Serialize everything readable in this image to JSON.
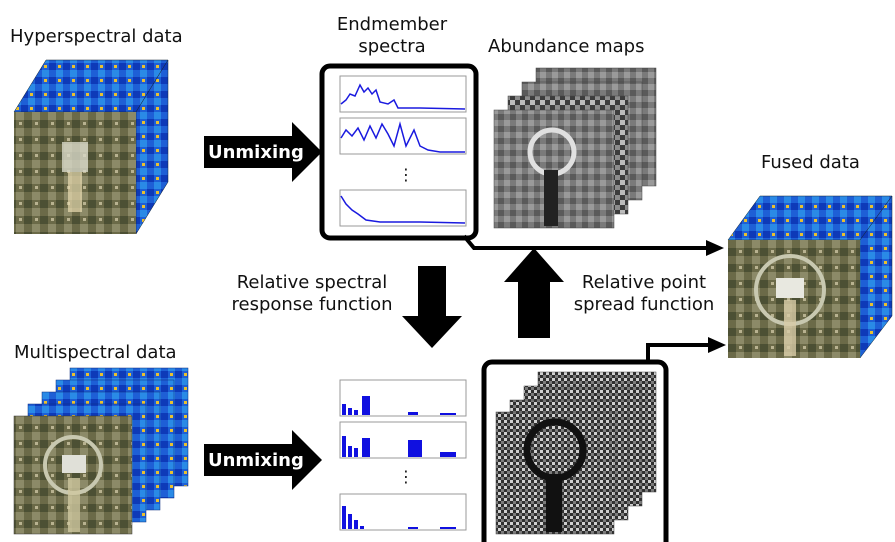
{
  "labels": {
    "hyperspectral": "Hyperspectral data",
    "endmember_line1": "Endmember",
    "endmember_line2": "spectra",
    "abundance": "Abundance maps",
    "fused": "Fused data",
    "rsrf_line1": "Relative spectral",
    "rsrf_line2": "response function",
    "rpsf_line1": "Relative point",
    "rpsf_line2": "spread function",
    "multispectral": "Multispectral data",
    "unmixing_top": "Unmixing",
    "unmixing_bottom": "Unmixing",
    "ellipsis_top": "⋮",
    "ellipsis_bottom": "⋮"
  },
  "colors": {
    "spectrum_line": "#1a1adf",
    "bar": "#1010e0",
    "arrow": "#000000",
    "cube_side": "#1d6fd8"
  },
  "icons": {
    "unmixing_arrow": "right-block-arrow",
    "rsrf_arrow": "down-block-arrow",
    "rpsf_arrow": "up-block-arrow"
  }
}
